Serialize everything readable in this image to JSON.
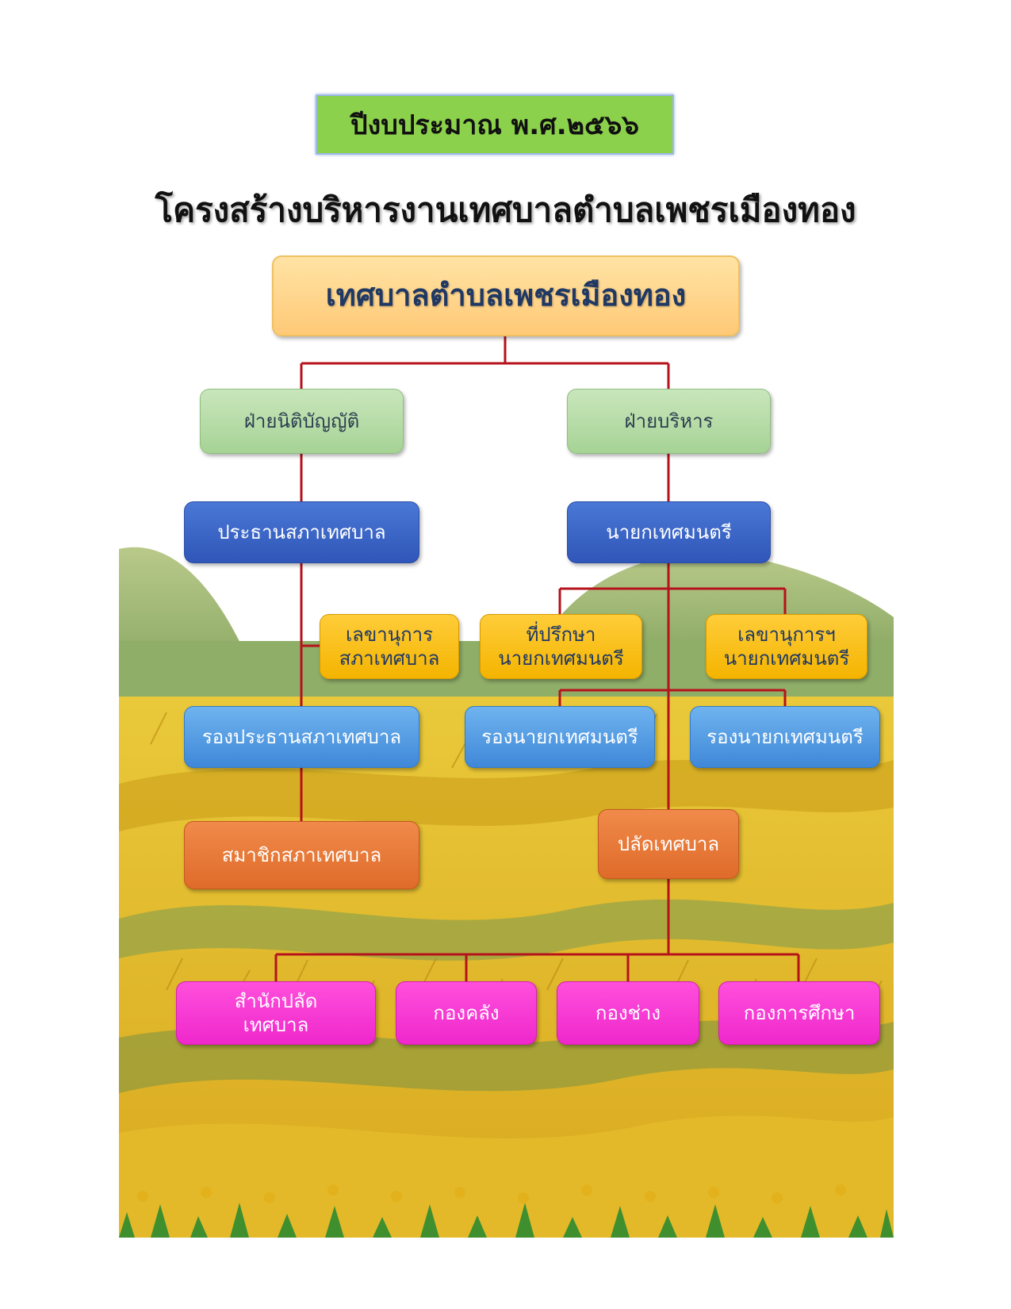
{
  "header": {
    "budget_year": "ปีงบประมาณ พ.ศ.๒๕๖๖",
    "title": "โครงสร้างบริหารงานเทศบาลตำบลเพชรเมืองทอง"
  },
  "org": {
    "root": "เทศบาลตำบลเพชรเมืองทอง",
    "legislative": "ฝ่ายนิติบัญญัติ",
    "executive": "ฝ่ายบริหาร",
    "council_president": "ประธานสภาเทศบาล",
    "mayor": "นายกเทศมนตรี",
    "council_secretary": "เลขานุการ\nสภาเทศบาล",
    "mayor_advisor": "ที่ปรึกษา\nนายกเทศมนตรี",
    "mayor_secretary": "เลขานุการฯ\nนายกเทศมนตรี",
    "council_vice_president": "รองประธานสภาเทศบาล",
    "deputy_mayor_1": "รองนายกเทศมนตรี",
    "deputy_mayor_2": "รองนายกเทศมนตรี",
    "council_members": "สมาชิกสภาเทศบาล",
    "municipal_clerk": "ปลัดเทศบาล",
    "departments": [
      "สำนักปลัด\nเทศบาล",
      "กองคลัง",
      "กองช่าง",
      "กองการศึกษา"
    ]
  },
  "colors": {
    "connector": "#b5121b",
    "root": "#ffd38a",
    "branch": "#b8ddaa",
    "head": "#3a66c8",
    "staff": "#ffc20e",
    "deputy": "#5aa0e6",
    "member": "#e8783a",
    "department": "#f53cd8"
  }
}
